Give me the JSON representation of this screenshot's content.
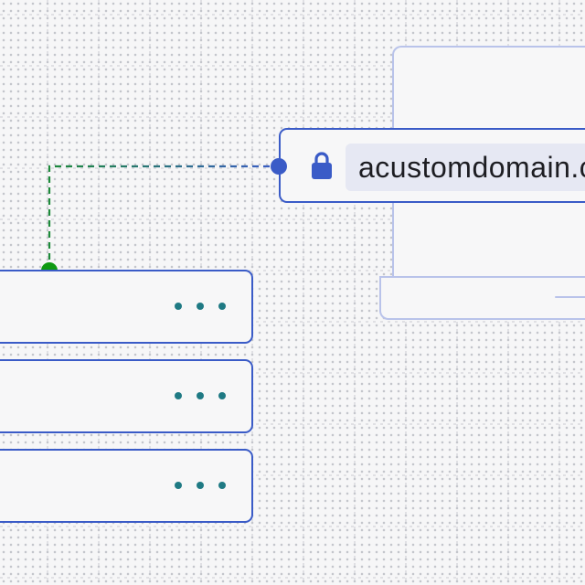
{
  "url_bar": {
    "text": "acustomdomain.com"
  },
  "icons": {
    "lock": "lock-icon",
    "more": "more-dots-icon"
  },
  "colors": {
    "primary_blue": "#3a5bc7",
    "light_blue": "#b9c3ea",
    "green": "#0f9a12",
    "teal_dots": "#1f7a84",
    "url_field_bg": "#e6e8f3",
    "background": "#f6f6f7"
  },
  "servers": [
    {
      "name": "server-row-1"
    },
    {
      "name": "server-row-2"
    },
    {
      "name": "server-row-3"
    }
  ]
}
